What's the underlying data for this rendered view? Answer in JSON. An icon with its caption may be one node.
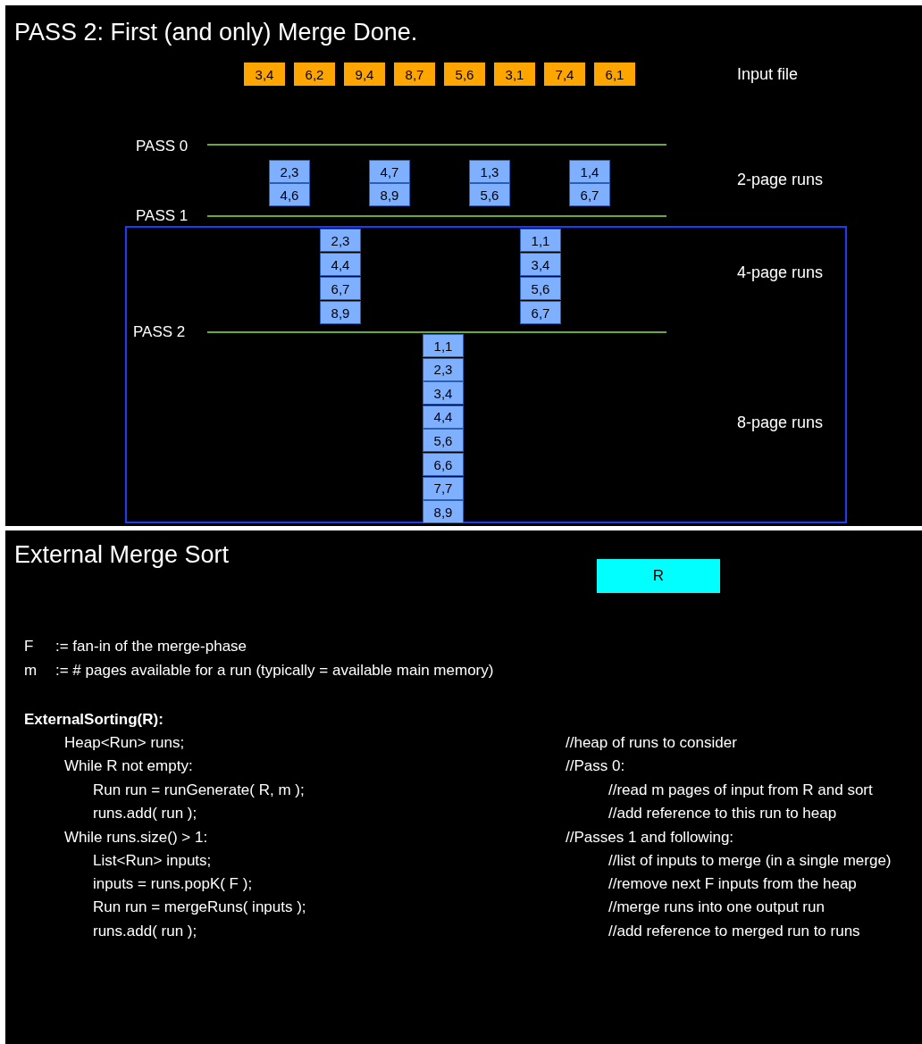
{
  "diagram": {
    "title": "PASS 2: First (and only) Merge Done.",
    "nodes": [
      {
        "text": [
          "3,4"
        ]
      },
      {
        "text": [
          "6,2"
        ]
      },
      {
        "text": [
          "9,4"
        ]
      },
      {
        "text": [
          "8,7"
        ]
      },
      {
        "text": [
          "5,6"
        ]
      },
      {
        "text": [
          "3,1"
        ]
      },
      {
        "text": [
          "7,4"
        ]
      },
      {
        "text": [
          "6,1"
        ]
      },
      {
        "text": [
          "2,3"
        ]
      },
      {
        "text": [
          "4,7"
        ]
      },
      {
        "text": [
          "1,3"
        ]
      },
      {
        "text": [
          "1,4"
        ]
      },
      {
        "text": [
          "4,6"
        ]
      },
      {
        "text": [
          "8,9"
        ]
      },
      {
        "text": [
          "5,6"
        ]
      },
      {
        "text": [
          "6,7"
        ]
      },
      {
        "text": [
          "2,3"
        ]
      },
      {
        "text": [
          "1,1"
        ]
      },
      {
        "text": [
          "4,4"
        ]
      },
      {
        "text": [
          "3,4"
        ]
      },
      {
        "text": [
          "6,7"
        ]
      },
      {
        "text": [
          "5,6"
        ]
      },
      {
        "text": [
          "8,9"
        ]
      },
      {
        "text": [
          "6,7"
        ]
      },
      {
        "text": [
          "1,1"
        ]
      },
      {
        "text": [
          "2,3"
        ]
      },
      {
        "text": [
          "3,4"
        ]
      },
      {
        "text": [
          "4,4"
        ]
      },
      {
        "text": [
          "5,6"
        ]
      },
      {
        "text": [
          "6,6"
        ]
      },
      {
        "text": [
          "7,7"
        ]
      },
      {
        "text": [
          "8,9"
        ]
      },
      {
        "text": [
          "R"
        ]
      }
    ],
    "edges": [],
    "labels": [
      "Input file",
      "PASS 0",
      "2-page runs",
      "PASS 1",
      "4-page runs",
      "PASS 2",
      "8-page runs",
      "External Merge Sort",
      "F",
      ":= fan-in of the merge-phase",
      "m",
      ":= # pages available for a run (typically = available main memory)",
      "ExternalSorting(R):",
      "Heap<Run> runs;",
      "//heap of runs to consider",
      "While R not empty:",
      "//Pass 0:",
      "Run run = runGenerate( R, m );",
      "//read m pages of input from R and sort",
      "runs.add( run );",
      "//add reference to this run to heap",
      "While runs.size() > 1:",
      "//Passes 1 and following:",
      "List<Run> inputs;",
      "//list of inputs to merge (in a single merge)",
      "inputs = runs.popK( F );",
      "//remove next F inputs from the heap",
      "Run run = mergeRuns( inputs );",
      "//merge runs into one output run",
      "runs.add( run );",
      "//add reference to merged run to runs"
    ]
  }
}
